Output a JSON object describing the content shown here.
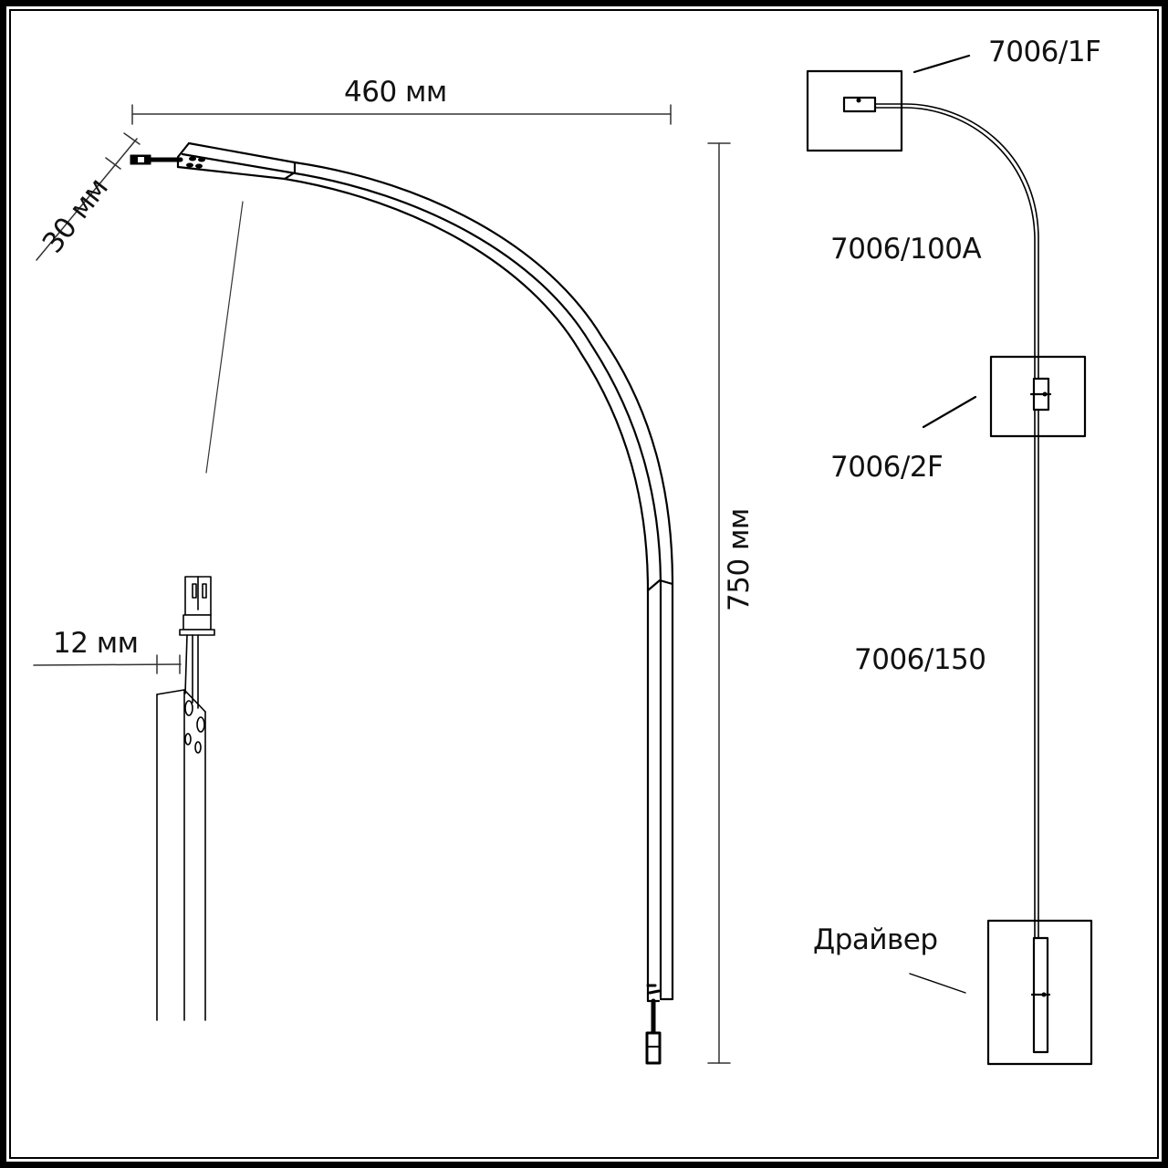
{
  "dimensions": {
    "width": "460 мм",
    "height": "750 мм",
    "depth": "30 мм",
    "profile_width": "12 мм"
  },
  "components": [
    {
      "id": "end-cap",
      "label": "7006/1F"
    },
    {
      "id": "arc-profile",
      "label": "7006/100A"
    },
    {
      "id": "connector",
      "label": "7006/2F"
    },
    {
      "id": "straight-profile",
      "label": "7006/150"
    },
    {
      "id": "driver",
      "label": "Драйвер"
    }
  ],
  "colors": {
    "line": "#000000",
    "background": "#ffffff"
  }
}
